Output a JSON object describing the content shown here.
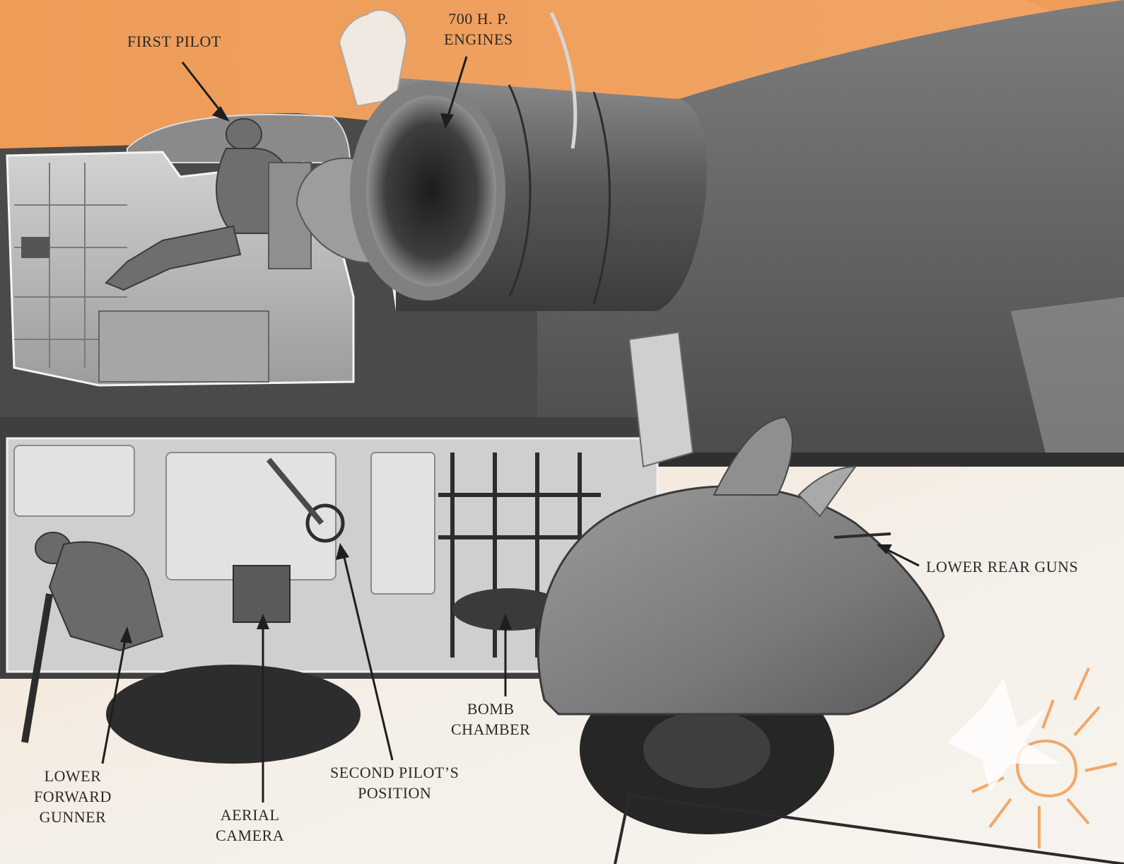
{
  "labels": {
    "first_pilot": [
      "FIRST PILOT"
    ],
    "engines": [
      "700 H. P.",
      "ENGINES"
    ],
    "lower_rear_guns": [
      "LOWER REAR GUNS"
    ],
    "bomb_chamber": [
      "BOMB",
      "CHAMBER"
    ],
    "second_pilot": [
      "SECOND PILOT’S",
      "POSITION"
    ],
    "aerial_camera": [
      "AERIAL",
      "CAMERA"
    ],
    "lower_forward_gunner": [
      "LOWER",
      "FORWARD",
      "GUNNER"
    ]
  },
  "colors": {
    "sky_orange": "#ee9c58",
    "background_light": "#f3efe8",
    "fuselage_dark": "#3a3a3a",
    "fuselage_mid": "#6b6b6b",
    "panel_light": "#c9c9c9",
    "label_text": "#2a2a2a",
    "burst": "#f0a868"
  }
}
